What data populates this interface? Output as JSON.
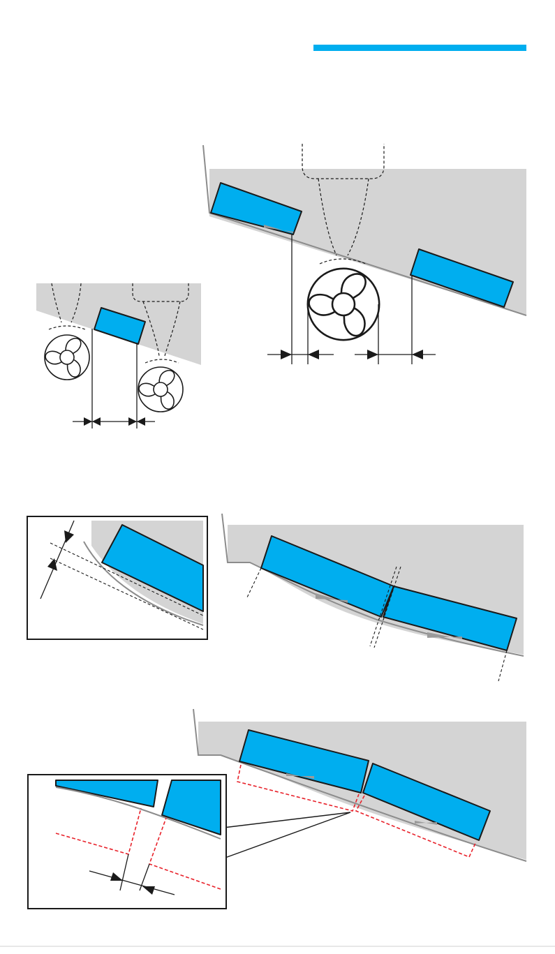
{
  "colors": {
    "accent": "#00AEEF",
    "hull": "#D4D4D4",
    "outline": "#1A1A1A",
    "hull_edge": "#8C8C8C",
    "rule": "#E8212A",
    "background": "#FFFFFF"
  },
  "icons": [
    "propeller-icon",
    "dimension-arrow-icon"
  ],
  "figures": [
    {
      "id": "propeller-clearance-small-hull",
      "transducers": 1,
      "propellers": 2
    },
    {
      "id": "propeller-clearance-large-hull",
      "transducers": 2,
      "propellers": 1
    },
    {
      "id": "transducer-gap-detail-inset",
      "transducers": 1
    },
    {
      "id": "hull-curvature-transducer-pair",
      "transducers": 2
    },
    {
      "id": "transducer-spacing-detail",
      "transducers": 2,
      "inset": true
    }
  ]
}
